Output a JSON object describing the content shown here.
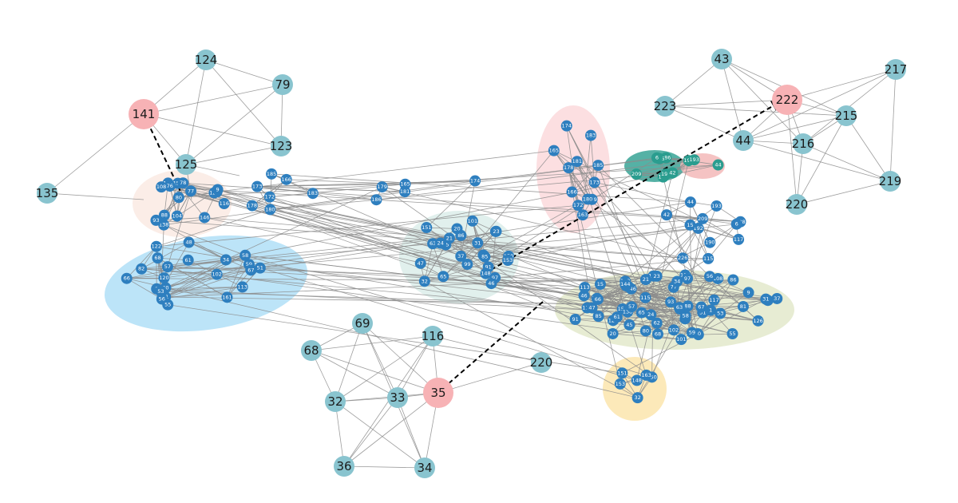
{
  "colors": {
    "edge": "#8c8c8c",
    "node_light": "#89c4cf",
    "node_dark": "#2e7fbf",
    "node_highlight": "#f7b2b5",
    "node_teal": "#2a9d8f"
  },
  "subgraphs": {
    "top_left": {
      "nodes": [
        "124",
        "79",
        "141",
        "123",
        "125",
        "135"
      ]
    },
    "top_right": {
      "nodes": [
        "43",
        "217",
        "223",
        "222",
        "215",
        "44",
        "216",
        "219",
        "220"
      ]
    },
    "bottom_left": {
      "nodes": [
        "69",
        "116",
        "68",
        "220",
        "32",
        "33",
        "35",
        "36",
        "34"
      ]
    }
  },
  "highlighted": [
    "141",
    "222",
    "35"
  ],
  "main_labels": [
    "116",
    "104",
    "155",
    "138",
    "78",
    "135",
    "77",
    "93",
    "80",
    "76",
    "62",
    "146",
    "126",
    "108",
    "9",
    "88",
    "34",
    "161",
    "1",
    "51",
    "48",
    "113",
    "82",
    "60",
    "102",
    "81",
    "122",
    "120",
    "53",
    "56",
    "55",
    "57",
    "59",
    "58",
    "68",
    "66",
    "67",
    "61",
    "63",
    "65",
    "101",
    "97",
    "91",
    "99",
    "39",
    "45",
    "47",
    "46",
    "144",
    "23",
    "86",
    "85",
    "37",
    "24",
    "20",
    "21",
    "31",
    "32",
    "148",
    "150",
    "151",
    "153",
    "163",
    "165",
    "166",
    "172",
    "173",
    "174",
    "178",
    "179",
    "180",
    "181",
    "183",
    "185",
    "186",
    "188",
    "190",
    "192",
    "193",
    "209",
    "226",
    "6",
    "42",
    "44",
    "15",
    "117",
    "115"
  ]
}
